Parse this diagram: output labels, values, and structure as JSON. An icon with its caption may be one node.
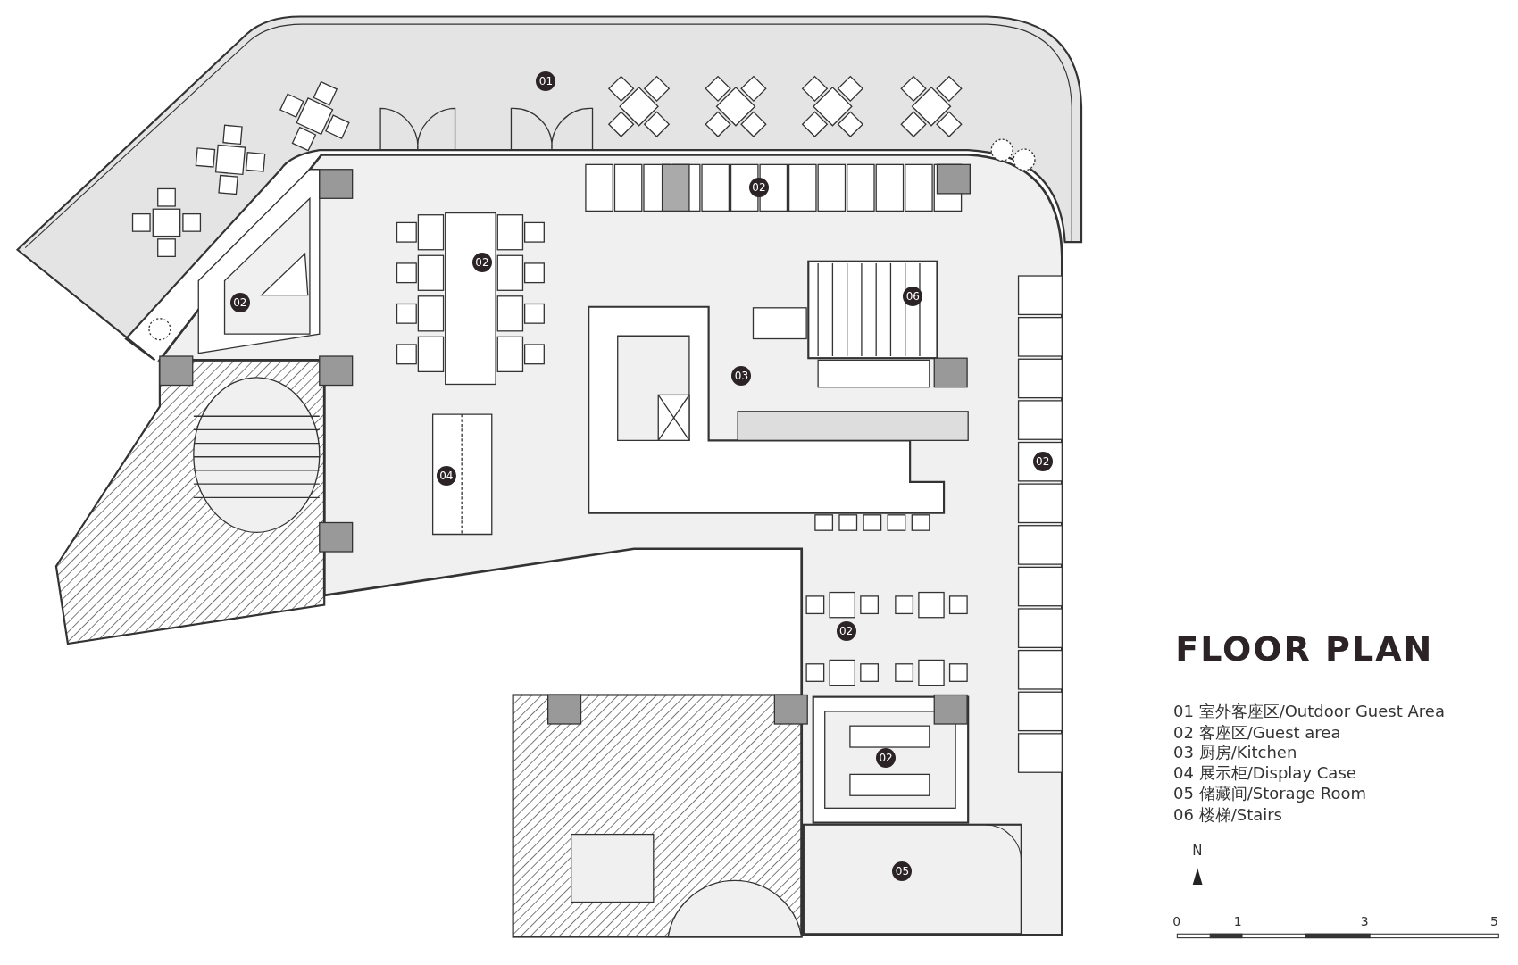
{
  "diagram": {
    "title": "FLOOR PLAN",
    "labels": [
      "01",
      "02",
      "02",
      "06",
      "02",
      "03",
      "02",
      "04",
      "02",
      "02",
      "05",
      "01 室外客座区/Outdoor Guest Area",
      "02 客座区/Guest area",
      "03 厨房/Kitchen",
      "04 展示柜/Display Case",
      "05 储藏间/Storage Room",
      "06 楼梯/Stairs",
      "N",
      "0",
      "1",
      "3",
      "5"
    ]
  }
}
